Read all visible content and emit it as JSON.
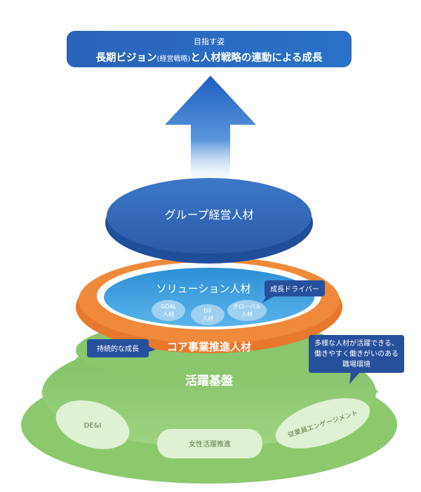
{
  "goal": {
    "label": "目指す姿",
    "title_main_1": "長期ビジョン",
    "title_paren": "(経営戦略)",
    "title_main_2": "と人材戦略の連動による成長"
  },
  "layers": {
    "top": "グループ経営人材",
    "middle": "ソリューション人材",
    "core": "コア事業推進人材",
    "base": "活躍基盤"
  },
  "subgroups": [
    {
      "line1": "GOAL",
      "line2": "人材"
    },
    {
      "line1": "DX",
      "line2": "人材"
    },
    {
      "line1": "グローバル",
      "line2": "人材"
    }
  ],
  "callouts": {
    "driver": "成長ドライバー",
    "sustainable": "持続的な成長",
    "environment_lines": [
      "多様な人材が活躍できる、",
      "働きやすく働きがいのある",
      "職場環境"
    ]
  },
  "pills": [
    "DE&I",
    "女性活躍推進",
    "従業員エンゲージメント"
  ],
  "colors": {
    "navy": "#1f3f86",
    "blue": "#2f6fc0",
    "orange": "#ef8a3b",
    "green": "#8cc96d",
    "light_green": "#d9efcf",
    "callout": "#27509c"
  }
}
